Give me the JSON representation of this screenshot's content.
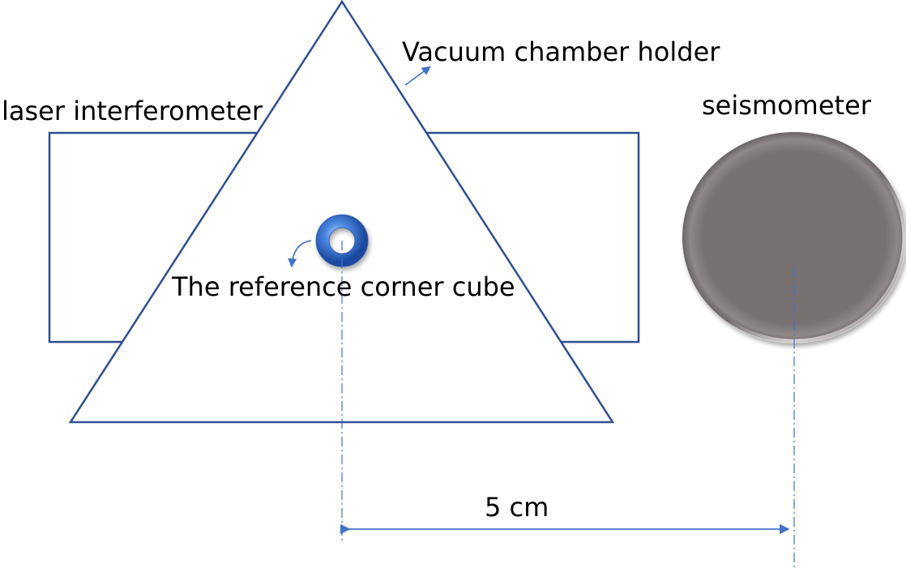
{
  "labels": {
    "vacuum_chamber_holder": "Vacuum chamber holder",
    "laser_interferometer": "laser interferometer",
    "seismometer": "seismometer",
    "reference_corner_cube": "The reference corner cube",
    "distance": "5 cm"
  },
  "colors": {
    "outline": "#2f4f8f",
    "arrow": "#4472c4",
    "dashdot": "#4472c4",
    "seismometer_fill": "#777171",
    "seismometer_highlight": "#cfcaca",
    "torus_main": "#3c78d8",
    "torus_dark": "#1f4fa8",
    "torus_light": "#a9c8ff",
    "text": "#000000"
  },
  "icons": {
    "reference_corner_cube": "ring-torus-icon",
    "seismometer": "disc-icon"
  }
}
